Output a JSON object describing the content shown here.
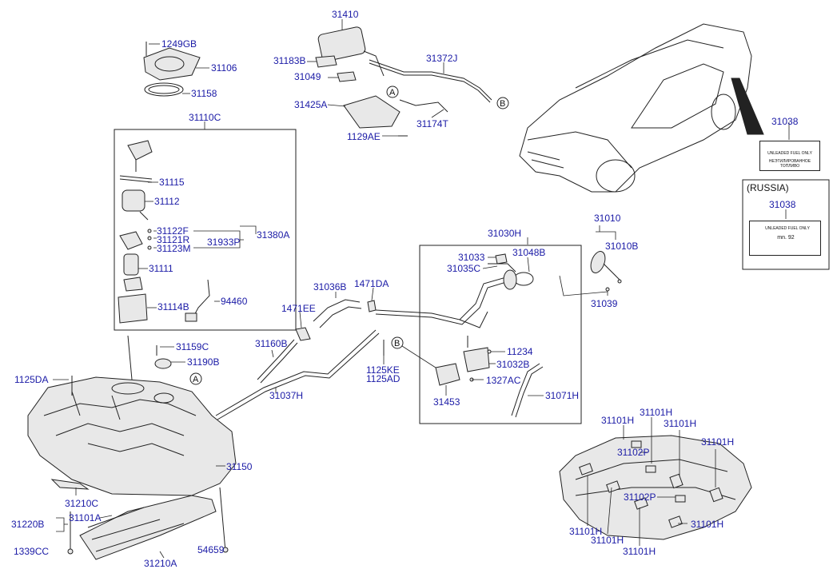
{
  "labels": {
    "l31410": "31410",
    "l1249GB": "1249GB",
    "l31106": "31106",
    "l31158": "31158",
    "l31183B": "31183B",
    "l31049": "31049",
    "l31425A": "31425A",
    "l31372J": "31372J",
    "l31174T": "31174T",
    "l1129AE": "1129AE",
    "l31110C": "31110C",
    "l31115": "31115",
    "l31112": "31112",
    "l31122F": "31122F",
    "l31121R": "31121R",
    "l31123M": "31123M",
    "l31933P": "31933P",
    "l31380A": "31380A",
    "l31111": "31111",
    "l31114B": "31114B",
    "l94460": "94460",
    "l31038a": "31038",
    "l31038b": "31038",
    "l31030H": "31030H",
    "l31010": "31010",
    "l31010B": "31010B",
    "l31033": "31033",
    "l31035C": "31035C",
    "l31048B": "31048B",
    "l31039": "31039",
    "l31036B": "31036B",
    "l1471DA": "1471DA",
    "l1471EE": "1471EE",
    "l31160B": "31160B",
    "l31037H": "31037H",
    "l1125KE": "1125KE",
    "l1125AD": "1125AD",
    "l11234": "11234",
    "l31032B": "31032B",
    "l1327AC": "1327AC",
    "l31453": "31453",
    "l31071H": "31071H",
    "l31159C": "31159C",
    "l31190B": "31190B",
    "l1125DA": "1125DA",
    "l31150": "31150",
    "l31210C": "31210C",
    "l31220B": "31220B",
    "l31101A": "31101A",
    "l1339CC": "1339CC",
    "l54659": "54659",
    "l31210A": "31210A",
    "l31101H_1": "31101H",
    "l31101H_2": "31101H",
    "l31101H_3": "31101H",
    "l31101H_4": "31101H",
    "l31102P_1": "31102P",
    "l31102P_2": "31102P",
    "l31101H_5": "31101H",
    "l31101H_6": "31101H",
    "l31101H_7": "31101H",
    "l31101H_8": "31101H"
  },
  "russia_box": {
    "title": "(RUSSIA)"
  },
  "callouts": {
    "a": "A",
    "b": "B"
  },
  "sticker_main": {
    "line1": "UNLEADED FUEL ONLY",
    "line_small": "НЕЭТИЛИРОВАННОЕ ТОПЛИВО"
  },
  "sticker_russia": {
    "line1": "UNLEADED FUEL ONLY",
    "line2": "mn. 92"
  },
  "colors": {
    "label": "#1a1aa6",
    "line": "#222222"
  }
}
